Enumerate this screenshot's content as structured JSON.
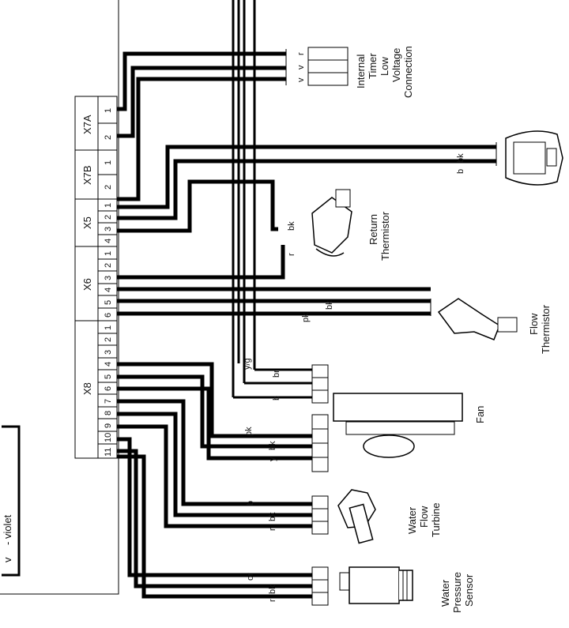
{
  "legend": {
    "code": "v",
    "meaning": "- violet"
  },
  "headers": {
    "x7a": "X7A",
    "x7b": "X7B",
    "x5": "X5",
    "x6": "X6",
    "x8": "X8",
    "x7a_pins": [
      "1",
      "2"
    ],
    "x7b_pins": [
      "1",
      "2"
    ],
    "x5_pins": [
      "1",
      "2",
      "3",
      "4"
    ],
    "x6_pins": [
      "1",
      "2",
      "3",
      "4",
      "5",
      "6"
    ],
    "x8_pins": [
      "1",
      "2",
      "3",
      "4",
      "5",
      "6",
      "7",
      "8",
      "9",
      "10",
      "11"
    ]
  },
  "wire_labels": {
    "timer": [
      "r",
      "v",
      "v"
    ],
    "sensor_top": [
      "bk",
      "b"
    ],
    "return": [
      "bk",
      "r"
    ],
    "flow": [
      "bk",
      "pk"
    ],
    "earth": "y/g",
    "fan_plug": [
      "br",
      "b"
    ],
    "fan_socket": [
      "pk",
      "bk",
      "y"
    ],
    "turbine": [
      "b",
      "bk",
      "r"
    ],
    "pressure": [
      "or",
      "bk",
      "r"
    ]
  },
  "components": {
    "timer": [
      "Internal",
      "Timer",
      "Low",
      "Voltage",
      "Connection"
    ],
    "return_thermistor": [
      "Return",
      "Thermistor"
    ],
    "flow_thermistor": [
      "Flow",
      "Thermistor"
    ],
    "fan": "Fan",
    "water_flow_turbine": [
      "Water",
      "Flow",
      "Turbine"
    ],
    "water_pressure_sensor": [
      "Water",
      "Pressure",
      "Sensor"
    ]
  }
}
